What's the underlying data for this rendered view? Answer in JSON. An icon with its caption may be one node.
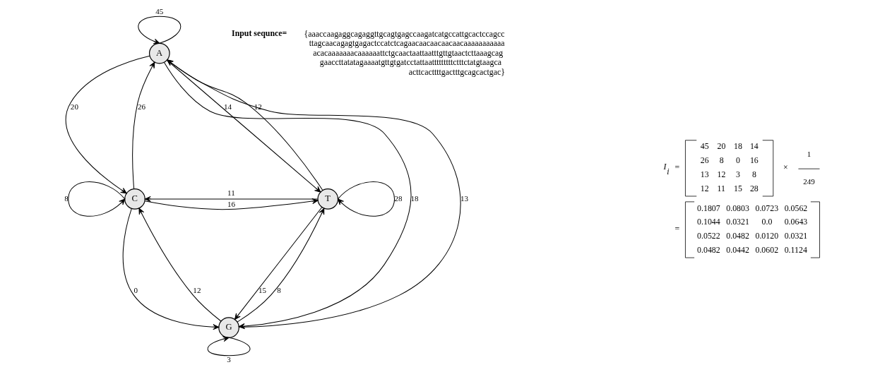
{
  "diagram": {
    "nodes": [
      {
        "text": [
          "A"
        ]
      },
      {
        "text": [
          "C"
        ]
      },
      {
        "text": [
          "T"
        ]
      },
      {
        "text": [
          "G"
        ]
      }
    ],
    "edges": [
      {
        "from": 0,
        "to": 0,
        "arrow": "to",
        "label": "45"
      },
      {
        "from": 0,
        "to": 1,
        "arrow": "to",
        "label": "20"
      },
      {
        "from": 1,
        "to": 0,
        "arrow": "to",
        "label": "26"
      },
      {
        "from": 0,
        "to": 3,
        "arrow": "to",
        "label": "18"
      },
      {
        "from": 3,
        "to": 0,
        "arrow": "to",
        "label": "13"
      },
      {
        "from": 0,
        "to": 2,
        "arrow": "to",
        "label": "14"
      },
      {
        "from": 2,
        "to": 0,
        "arrow": "to",
        "label": "12"
      },
      {
        "from": 2,
        "to": 1,
        "arrow": "to",
        "label": "11"
      },
      {
        "from": 1,
        "to": 2,
        "arrow": "to",
        "label": "16"
      },
      {
        "from": 1,
        "to": 1,
        "arrow": "to",
        "label": "8"
      },
      {
        "from": 2,
        "to": 2,
        "arrow": "to",
        "label": "28"
      },
      {
        "from": 1,
        "to": 3,
        "arrow": "to",
        "label": "0"
      },
      {
        "from": 3,
        "to": 1,
        "arrow": "to",
        "label": "12"
      },
      {
        "from": 2,
        "to": 3,
        "arrow": "to",
        "label": "15"
      },
      {
        "from": 3,
        "to": 2,
        "arrow": "to",
        "label": "8"
      },
      {
        "from": 3,
        "to": 3,
        "arrow": "to",
        "label": "3"
      }
    ],
    "labels": [
      "Input sequnce=",
      "{aaaccaagaggcagaggttgcagtgagccaagatcatgccattgcactccagcc ttagcaacagagtgagactccatctcagaacaacaacaacaacaaaaaaaaaaa acacaaaaaaacaaaaaattctgcaactaattaatttgttgtaactcttaaagcag gaaccttatatagaaaatgttgtgatcctattaatttttttttctttctatgtaagca acttcacttttgactttgcagcactgac}",
      "I$_{i}$",
      "=",
      "45",
      "20",
      "18",
      "14",
      "26",
      "8",
      "0",
      "16",
      "13",
      "12",
      "3",
      "8",
      "12",
      "11",
      "15",
      "28",
      "×",
      "1",
      "249",
      "=",
      "0.1807",
      "0.0803",
      "0.0723",
      "0.0562",
      "0.1044",
      "0.0321",
      "0.0",
      "0.0643",
      "0.0522",
      "0.0482",
      "0.0120",
      "0.0321",
      "0.0482",
      "0.0442",
      "0.0602",
      "0.1124"
    ]
  }
}
